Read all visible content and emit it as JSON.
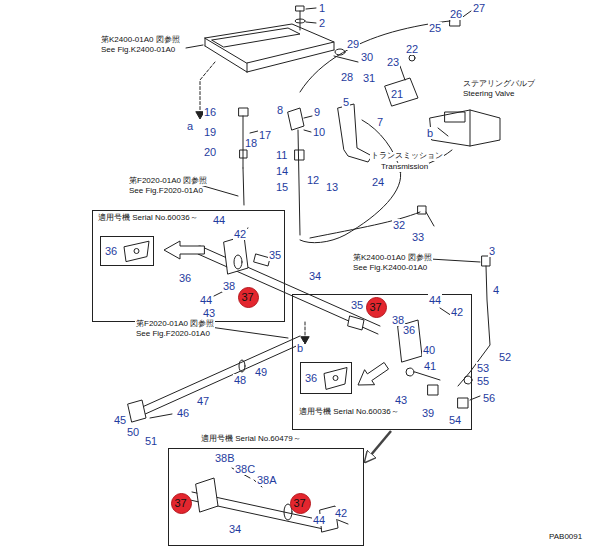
{
  "diagram": {
    "nodes": [
      {
        "text": [
          "適用号機 Serial No.60036～"
        ]
      },
      {
        "text": [
          "36"
        ],
        "in": 0
      },
      {
        "text": [
          "37"
        ],
        "in": 0
      },
      {
        "text": [
          "適用号機 Serial No.60036～"
        ]
      },
      {
        "text": [
          "36"
        ],
        "in": 3
      },
      {
        "text": [
          "37"
        ],
        "in": 3
      },
      {
        "text": [
          "適用号機 Serial No.60479～"
        ]
      },
      {
        "text": [
          "37"
        ],
        "in": 6
      },
      {
        "text": [
          "37"
        ],
        "in": 6
      }
    ],
    "edges": [
      {
        "from": 3,
        "to": 6,
        "arrow": "to"
      }
    ],
    "labels": [
      "1",
      "2",
      "第K2400-01A0 図参照",
      "See Fig.K2400-01A0",
      "26",
      "27",
      "25",
      "29",
      "30",
      "22",
      "23",
      "28",
      "31",
      "5",
      "21",
      "ステアリングバルブ",
      "Steering Valve",
      "16",
      "8",
      "9",
      "7",
      "a",
      "19",
      "17",
      "10",
      "b",
      "18",
      "20",
      "11",
      "14",
      "12",
      "13",
      "トランスミッション",
      "Transmission",
      "15",
      "24",
      "第F2020-01A0 図参照",
      "See Fig.F2020-01A0",
      "32",
      "33",
      "44",
      "42",
      "第K2400-01A0 図参照",
      "See Fig.K2400-01A0",
      "3",
      "4",
      "35",
      "36",
      "34",
      "38",
      "44",
      "43",
      "35",
      "38",
      "44",
      "42",
      "36",
      "第F2020-01A0 図参照",
      "See Fig.F2020-01A0",
      "b",
      "52",
      "40",
      "53",
      "41",
      "55",
      "49",
      "48",
      "47",
      "43",
      "39",
      "56",
      "45",
      "46",
      "54",
      "50",
      "51",
      "38B",
      "38C",
      "38A",
      "34",
      "44",
      "42",
      "PAB0091"
    ]
  }
}
